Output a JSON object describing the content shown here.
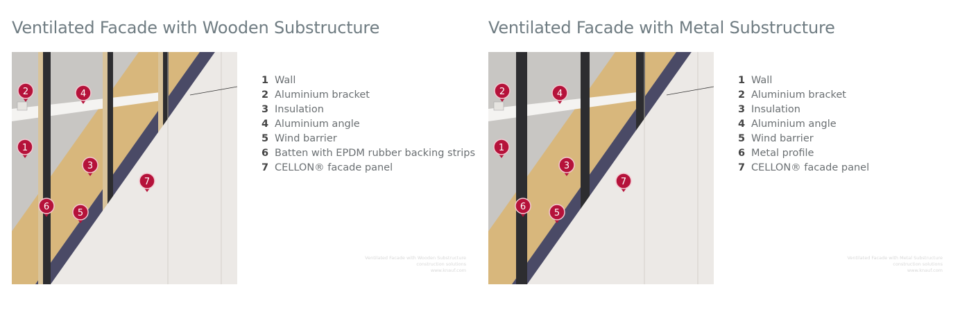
{
  "colors": {
    "marker": "#b5123a",
    "wall": "#c8c6c3",
    "insulation": "#d8b77c",
    "wind_barrier": "#4a4a66",
    "panel": "#ece9e6",
    "batten_wood": "#d9c39a",
    "batten_dark": "#2d2d30"
  },
  "panels": [
    {
      "title": "Ventilated Facade with Wooden Substructure",
      "variant": "wood",
      "legend": [
        {
          "num": "1",
          "label": "Wall"
        },
        {
          "num": "2",
          "label": "Aluminium bracket"
        },
        {
          "num": "3",
          "label": "Insulation"
        },
        {
          "num": "4",
          "label": "Aluminium angle"
        },
        {
          "num": "5",
          "label": "Wind barrier"
        },
        {
          "num": "6",
          "label": "Batten with EPDM rubber backing strips"
        },
        {
          "num": "7",
          "label": "CELLON® facade panel"
        }
      ],
      "watermark": [
        "Ventilated Facade with Wooden Substructure",
        "construction solutions",
        "www.knauf.com"
      ]
    },
    {
      "title": "Ventilated Facade with Metal Substructure",
      "variant": "metal",
      "legend": [
        {
          "num": "1",
          "label": "Wall"
        },
        {
          "num": "2",
          "label": "Aluminium bracket"
        },
        {
          "num": "3",
          "label": "Insulation"
        },
        {
          "num": "4",
          "label": "Aluminium angle"
        },
        {
          "num": "5",
          "label": "Wind barrier"
        },
        {
          "num": "6",
          "label": "Metal profile"
        },
        {
          "num": "7",
          "label": "CELLON® facade panel"
        }
      ],
      "watermark": [
        "Ventilated Facade with Metal Substructure",
        "construction solutions",
        "www.knauf.com"
      ]
    }
  ]
}
